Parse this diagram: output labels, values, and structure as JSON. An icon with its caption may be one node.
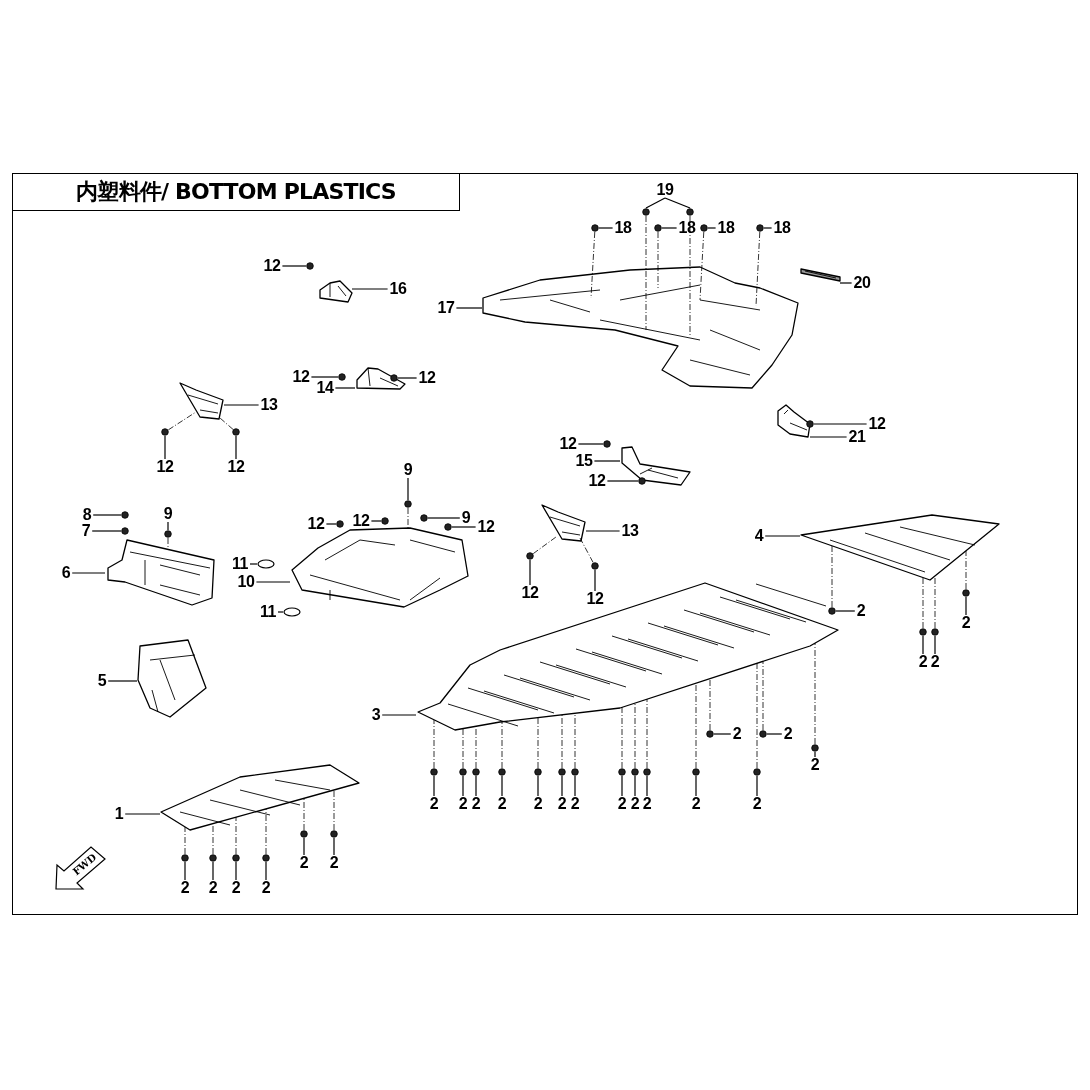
{
  "diagram": {
    "title": "内塑料件/ BOTTOM PLASTICS",
    "nodes": [
      {
        "text": [
          "19"
        ]
      },
      {
        "text": [
          "18"
        ]
      },
      {
        "text": [
          "18"
        ]
      },
      {
        "text": [
          "18"
        ]
      },
      {
        "text": [
          "18"
        ]
      },
      {
        "text": [
          "12"
        ]
      },
      {
        "text": [
          "16"
        ]
      },
      {
        "text": [],
        "shape": "picture"
      },
      {
        "text": [
          "17"
        ]
      },
      {
        "text": [],
        "shape": "picture"
      },
      {
        "text": [
          "20"
        ]
      },
      {
        "text": [],
        "shape": "picture"
      },
      {
        "text": [
          "12"
        ]
      },
      {
        "text": [
          "14"
        ]
      },
      {
        "text": [],
        "shape": "picture"
      },
      {
        "text": [
          "12"
        ]
      },
      {
        "text": [
          "13"
        ]
      },
      {
        "text": [],
        "shape": "picture"
      },
      {
        "text": [
          "12"
        ]
      },
      {
        "text": [
          "12"
        ]
      },
      {
        "text": [
          "12"
        ]
      },
      {
        "text": [
          "15"
        ]
      },
      {
        "text": [],
        "shape": "picture"
      },
      {
        "text": [
          "12"
        ]
      },
      {
        "text": [
          "12"
        ]
      },
      {
        "text": [
          "21"
        ]
      },
      {
        "text": [],
        "shape": "picture"
      },
      {
        "text": [
          "8"
        ]
      },
      {
        "text": [
          "7"
        ]
      },
      {
        "text": [
          "9"
        ]
      },
      {
        "text": [
          "6"
        ]
      },
      {
        "text": [],
        "shape": "picture"
      },
      {
        "text": [
          "9"
        ]
      },
      {
        "text": [
          "12"
        ]
      },
      {
        "text": [
          "12"
        ]
      },
      {
        "text": [
          "9"
        ]
      },
      {
        "text": [
          "12"
        ]
      },
      {
        "text": [
          "11"
        ]
      },
      {
        "text": [
          "10"
        ]
      },
      {
        "text": [],
        "shape": "picture"
      },
      {
        "text": [
          "11"
        ]
      },
      {
        "text": [
          "13"
        ]
      },
      {
        "text": [],
        "shape": "picture"
      },
      {
        "text": [
          "12"
        ]
      },
      {
        "text": [
          "12"
        ]
      },
      {
        "text": [
          "4"
        ]
      },
      {
        "text": [],
        "shape": "picture"
      },
      {
        "text": [
          "2"
        ]
      },
      {
        "text": [
          "5"
        ]
      },
      {
        "text": [],
        "shape": "picture"
      },
      {
        "text": [
          "3"
        ]
      },
      {
        "text": [],
        "shape": "picture"
      },
      {
        "text": [
          "2"
        ]
      },
      {
        "text": [
          "2"
        ]
      },
      {
        "text": [
          "2"
        ]
      },
      {
        "text": [
          "2"
        ]
      },
      {
        "text": [
          "2"
        ]
      },
      {
        "text": [
          "2"
        ]
      },
      {
        "text": [
          "2"
        ]
      },
      {
        "text": [
          "2"
        ]
      },
      {
        "text": [
          "2"
        ]
      },
      {
        "text": [
          "2"
        ]
      },
      {
        "text": [
          "2"
        ]
      },
      {
        "text": [
          "2"
        ]
      },
      {
        "text": [
          "2"
        ]
      },
      {
        "text": [
          "2"
        ]
      },
      {
        "text": [
          "2"
        ]
      },
      {
        "text": [
          "2"
        ]
      },
      {
        "text": [
          "2"
        ]
      },
      {
        "text": [
          "2"
        ]
      },
      {
        "text": [
          "1"
        ]
      },
      {
        "text": [],
        "shape": "picture"
      },
      {
        "text": [
          "2"
        ]
      },
      {
        "text": [
          "2"
        ]
      },
      {
        "text": [
          "2"
        ]
      },
      {
        "text": [
          "2"
        ]
      },
      {
        "text": [
          "2"
        ]
      },
      {
        "text": [
          "2"
        ]
      },
      {
        "text": [],
        "shape": "bolt"
      },
      {
        "text": [],
        "shape": "bolt"
      },
      {
        "text": [],
        "shape": "bolt"
      },
      {
        "text": [],
        "shape": "bolt"
      },
      {
        "text": [],
        "shape": "bolt"
      },
      {
        "text": [],
        "shape": "bolt"
      },
      {
        "text": [],
        "shape": "bolt"
      },
      {
        "text": [],
        "shape": "bolt"
      },
      {
        "text": [],
        "shape": "bolt",
        "in": 14
      },
      {
        "text": [],
        "shape": "bolt"
      },
      {
        "text": [],
        "shape": "bolt"
      },
      {
        "text": [],
        "shape": "bolt"
      },
      {
        "text": [],
        "shape": "bolt"
      },
      {
        "text": [],
        "shape": "bolt"
      },
      {
        "text": [],
        "shape": "bolt"
      },
      {
        "text": [],
        "shape": "bolt"
      },
      {
        "text": [],
        "shape": "bolt"
      },
      {
        "text": [],
        "shape": "bolt"
      },
      {
        "text": [],
        "shape": "bolt"
      },
      {
        "text": [],
        "shape": "bolt"
      },
      {
        "text": [],
        "shape": "bolt"
      },
      {
        "text": [],
        "shape": "bolt"
      },
      {
        "text": [],
        "shape": "ring"
      },
      {
        "text": [],
        "shape": "ring"
      },
      {
        "text": [],
        "shape": "bolt"
      },
      {
        "text": [],
        "shape": "bolt"
      },
      {
        "text": [],
        "shape": "bolt"
      },
      {
        "text": [],
        "shape": "bolt"
      },
      {
        "text": [],
        "shape": "bolt"
      },
      {
        "text": [],
        "shape": "bolt"
      },
      {
        "text": [],
        "shape": "bolt"
      },
      {
        "text": [],
        "shape": "bolt"
      },
      {
        "text": [],
        "shape": "bolt"
      },
      {
        "text": [],
        "shape": "bolt"
      },
      {
        "text": [],
        "shape": "bolt"
      },
      {
        "text": [],
        "shape": "bolt"
      },
      {
        "text": [],
        "shape": "bolt"
      },
      {
        "text": [],
        "shape": "bolt"
      },
      {
        "text": [],
        "shape": "bolt"
      },
      {
        "text": [],
        "shape": "bolt"
      },
      {
        "text": [],
        "shape": "bolt"
      },
      {
        "text": [],
        "shape": "bolt"
      },
      {
        "text": [],
        "shape": "bolt"
      },
      {
        "text": [],
        "shape": "bolt"
      },
      {
        "text": [],
        "shape": "bolt"
      },
      {
        "text": [],
        "shape": "bolt"
      },
      {
        "text": [],
        "shape": "bolt"
      },
      {
        "text": [],
        "shape": "bolt"
      },
      {
        "text": [],
        "shape": "bolt"
      },
      {
        "text": [],
        "shape": "bolt"
      },
      {
        "text": [],
        "shape": "bolt"
      },
      {
        "text": [
          "FWD"
        ]
      }
    ],
    "edges": [
      {
        "from": 0,
        "to": 78,
        "arrow": "none"
      },
      {
        "from": 0,
        "to": 79,
        "arrow": "none"
      },
      {
        "from": 1,
        "to": 80,
        "arrow": "none"
      },
      {
        "from": 2,
        "to": 81,
        "arrow": "none"
      },
      {
        "from": 3,
        "to": 82,
        "arrow": "none"
      },
      {
        "from": 4,
        "to": 83,
        "arrow": "none"
      },
      {
        "from": 5,
        "to": 84,
        "arrow": "none"
      },
      {
        "from": 6,
        "to": 7,
        "arrow": "none"
      },
      {
        "from": 8,
        "to": 9,
        "arrow": "none"
      },
      {
        "from": 10,
        "to": 11,
        "arrow": "none"
      },
      {
        "from": 12,
        "to": 85,
        "arrow": "none"
      },
      {
        "from": 13,
        "to": 14,
        "arrow": "none"
      },
      {
        "from": 15,
        "to": 86,
        "arrow": "none"
      },
      {
        "from": 16,
        "to": 17,
        "arrow": "none"
      },
      {
        "from": 18,
        "to": 87,
        "arrow": "none"
      },
      {
        "from": 19,
        "to": 88,
        "arrow": "none"
      },
      {
        "from": 20,
        "to": 89,
        "arrow": "none"
      },
      {
        "from": 21,
        "to": 22,
        "arrow": "none"
      },
      {
        "from": 23,
        "to": 90,
        "arrow": "none"
      },
      {
        "from": 24,
        "to": 91,
        "arrow": "none"
      },
      {
        "from": 25,
        "to": 26,
        "arrow": "none"
      },
      {
        "from": 27,
        "to": 92,
        "arrow": "none"
      },
      {
        "from": 28,
        "to": 93,
        "arrow": "none"
      },
      {
        "from": 29,
        "to": 94,
        "arrow": "none"
      },
      {
        "from": 30,
        "to": 31,
        "arrow": "none"
      },
      {
        "from": 32,
        "to": 95,
        "arrow": "none"
      },
      {
        "from": 33,
        "to": 96,
        "arrow": "none"
      },
      {
        "from": 34,
        "to": 97,
        "arrow": "none"
      },
      {
        "from": 35,
        "to": 98,
        "arrow": "none"
      },
      {
        "from": 36,
        "to": 99,
        "arrow": "none"
      },
      {
        "from": 37,
        "to": 100,
        "arrow": "none"
      },
      {
        "from": 38,
        "to": 39,
        "arrow": "none"
      },
      {
        "from": 40,
        "to": 101,
        "arrow": "none"
      },
      {
        "from": 41,
        "to": 42,
        "arrow": "none"
      },
      {
        "from": 43,
        "to": 102,
        "arrow": "none"
      },
      {
        "from": 44,
        "to": 103,
        "arrow": "none"
      },
      {
        "from": 45,
        "to": 46,
        "arrow": "none"
      },
      {
        "from": 47,
        "to": 104,
        "arrow": "none"
      },
      {
        "from": 48,
        "to": 49,
        "arrow": "none"
      },
      {
        "from": 50,
        "to": 51,
        "arrow": "none"
      },
      {
        "from": 52,
        "to": 105,
        "arrow": "none"
      },
      {
        "from": 53,
        "to": 106,
        "arrow": "none"
      },
      {
        "from": 54,
        "to": 107,
        "arrow": "none"
      },
      {
        "from": 55,
        "to": 108,
        "arrow": "none"
      },
      {
        "from": 56,
        "to": 109,
        "arrow": "none"
      },
      {
        "from": 57,
        "to": 110,
        "arrow": "none"
      },
      {
        "from": 58,
        "to": 111,
        "arrow": "none"
      },
      {
        "from": 59,
        "to": 112,
        "arrow": "none"
      },
      {
        "from": 60,
        "to": 113,
        "arrow": "none"
      },
      {
        "from": 61,
        "to": 114,
        "arrow": "none"
      },
      {
        "from": 62,
        "to": 115,
        "arrow": "none"
      },
      {
        "from": 63,
        "to": 116,
        "arrow": "none"
      },
      {
        "from": 64,
        "to": 117,
        "arrow": "none"
      },
      {
        "from": 65,
        "to": 118,
        "arrow": "none"
      },
      {
        "from": 66,
        "to": 119,
        "arrow": "none"
      },
      {
        "from": 67,
        "to": 120,
        "arrow": "none"
      },
      {
        "from": 68,
        "to": 121,
        "arrow": "none"
      },
      {
        "from": 69,
        "to": 122,
        "arrow": "none"
      },
      {
        "from": 70,
        "to": 71,
        "arrow": "none"
      },
      {
        "from": 72,
        "to": 123,
        "arrow": "none"
      },
      {
        "from": 73,
        "to": 124,
        "arrow": "none"
      },
      {
        "from": 74,
        "to": 125,
        "arrow": "none"
      },
      {
        "from": 75,
        "to": 126,
        "arrow": "none"
      },
      {
        "from": 76,
        "to": 127,
        "arrow": "none"
      },
      {
        "from": 77,
        "to": 128,
        "arrow": "none"
      },
      {
        "from": 78,
        "to": 9,
        "arrow": "none",
        "style": "dashed"
      },
      {
        "from": 79,
        "to": 9,
        "arrow": "none",
        "style": "dashed"
      },
      {
        "from": 80,
        "to": 9,
        "arrow": "none",
        "style": "dashed"
      },
      {
        "from": 81,
        "to": 9,
        "arrow": "none",
        "style": "dashed"
      },
      {
        "from": 82,
        "to": 9,
        "arrow": "none",
        "style": "dashed"
      },
      {
        "from": 83,
        "to": 9,
        "arrow": "none",
        "style": "dashed"
      },
      {
        "from": 87,
        "to": 17,
        "arrow": "none",
        "style": "dashed"
      },
      {
        "from": 88,
        "to": 17,
        "arrow": "none",
        "style": "dashed"
      },
      {
        "from": 94,
        "to": 31,
        "arrow": "none",
        "style": "dashed"
      },
      {
        "from": 95,
        "to": 39,
        "arrow": "none",
        "style": "dashed"
      },
      {
        "from": 102,
        "to": 42,
        "arrow": "none",
        "style": "dashed"
      },
      {
        "from": 103,
        "to": 42,
        "arrow": "none",
        "style": "dashed"
      },
      {
        "from": 104,
        "to": 46,
        "arrow": "none",
        "style": "dashed"
      },
      {
        "from": 105,
        "to": 46,
        "arrow": "none",
        "style": "dashed"
      },
      {
        "from": 106,
        "to": 46,
        "arrow": "none",
        "style": "dashed"
      },
      {
        "from": 107,
        "to": 46,
        "arrow": "none",
        "style": "dashed"
      },
      {
        "from": 108,
        "to": 51,
        "arrow": "none",
        "style": "dashed"
      },
      {
        "from": 109,
        "to": 51,
        "arrow": "none",
        "style": "dashed"
      },
      {
        "from": 110,
        "to": 51,
        "arrow": "none",
        "style": "dashed"
      },
      {
        "from": 111,
        "to": 51,
        "arrow": "none",
        "style": "dashed"
      },
      {
        "from": 112,
        "to": 51,
        "arrow": "none",
        "style": "dashed"
      },
      {
        "from": 113,
        "to": 51,
        "arrow": "none",
        "style": "dashed"
      },
      {
        "from": 114,
        "to": 51,
        "arrow": "none",
        "style": "dashed"
      },
      {
        "from": 115,
        "to": 51,
        "arrow": "none",
        "style": "dashed"
      },
      {
        "from": 116,
        "to": 51,
        "arrow": "none",
        "style": "dashed"
      },
      {
        "from": 117,
        "to": 51,
        "arrow": "none",
        "style": "dashed"
      },
      {
        "from": 118,
        "to": 51,
        "arrow": "none",
        "style": "dashed"
      },
      {
        "from": 119,
        "to": 51,
        "arrow": "none",
        "style": "dashed"
      },
      {
        "from": 120,
        "to": 51,
        "arrow": "none",
        "style": "dashed"
      },
      {
        "from": 121,
        "to": 51,
        "arrow": "none",
        "style": "dashed"
      },
      {
        "from": 122,
        "to": 51,
        "arrow": "none",
        "style": "dashed"
      },
      {
        "from": 123,
        "to": 71,
        "arrow": "none",
        "style": "dashed"
      },
      {
        "from": 124,
        "to": 71,
        "arrow": "none",
        "style": "dashed"
      },
      {
        "from": 125,
        "to": 71,
        "arrow": "none",
        "style": "dashed"
      },
      {
        "from": 126,
        "to": 71,
        "arrow": "none",
        "style": "dashed"
      },
      {
        "from": 127,
        "to": 71,
        "arrow": "none",
        "style": "dashed"
      },
      {
        "from": 128,
        "to": 71,
        "arrow": "none",
        "style": "dashed"
      }
    ]
  }
}
